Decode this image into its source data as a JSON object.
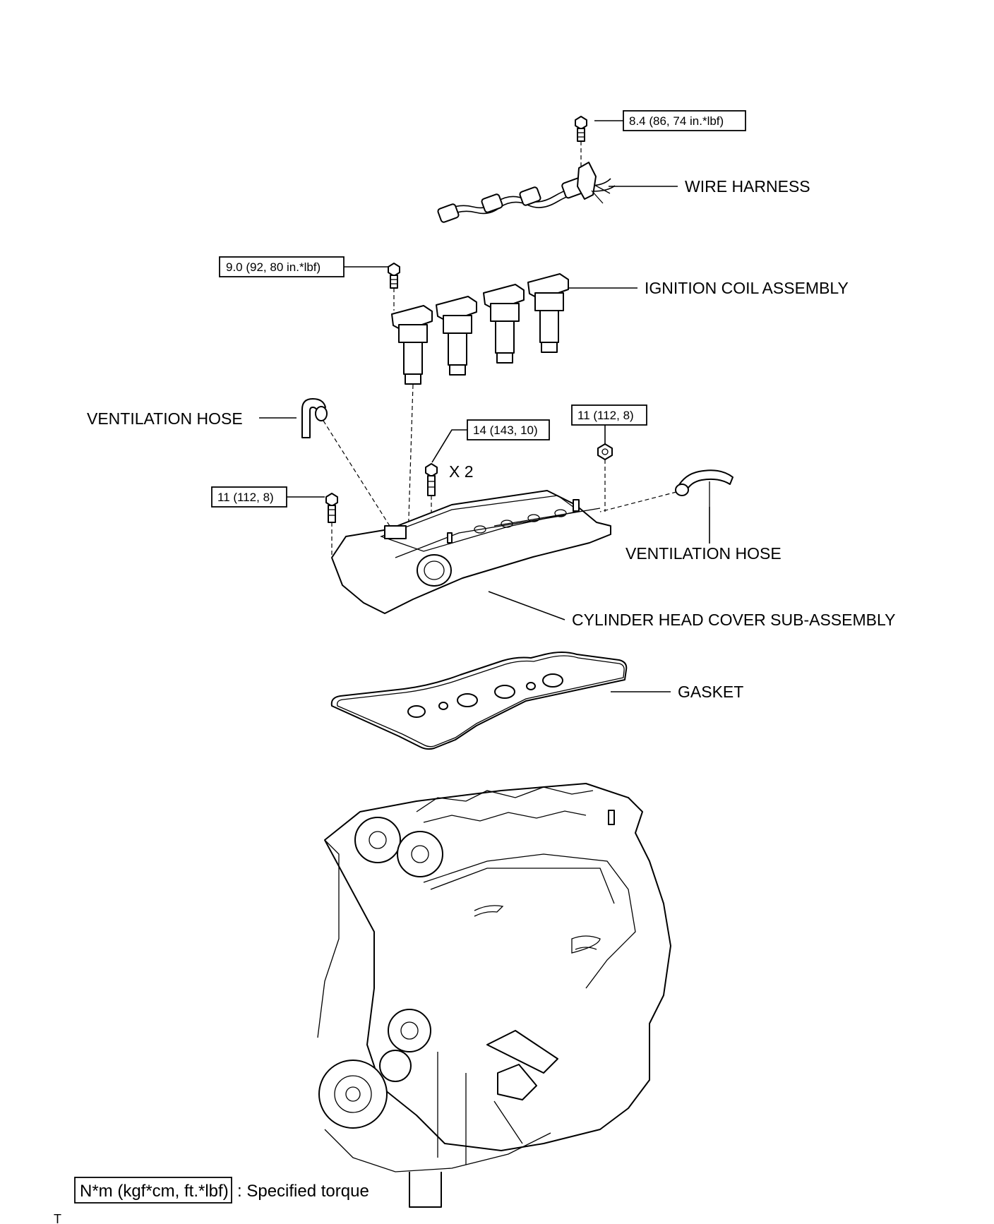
{
  "labels": {
    "wire_harness": "WIRE HARNESS",
    "ignition_coil": "IGNITION COIL ASSEMBLY",
    "ventilation_hose_left": "VENTILATION HOSE",
    "ventilation_hose_right": "VENTILATION HOSE",
    "cylinder_head_cover": "CYLINDER HEAD COVER SUB-ASSEMBLY",
    "gasket": "GASKET",
    "quantity": "X 2"
  },
  "torques": {
    "wire_harness_bolt": "8.4 (86, 74 in.*lbf)",
    "ignition_coil_bolt": "9.0 (92, 80 in.*lbf)",
    "cover_bolt_center": "14 (143, 10)",
    "cover_nut_right": "11 (112, 8)",
    "cover_bolt_left": "11 (112, 8)"
  },
  "legend": {
    "box_text": "N*m (kgf*cm, ft.*lbf)",
    "description": ": Specified torque"
  },
  "corner_mark": "T"
}
